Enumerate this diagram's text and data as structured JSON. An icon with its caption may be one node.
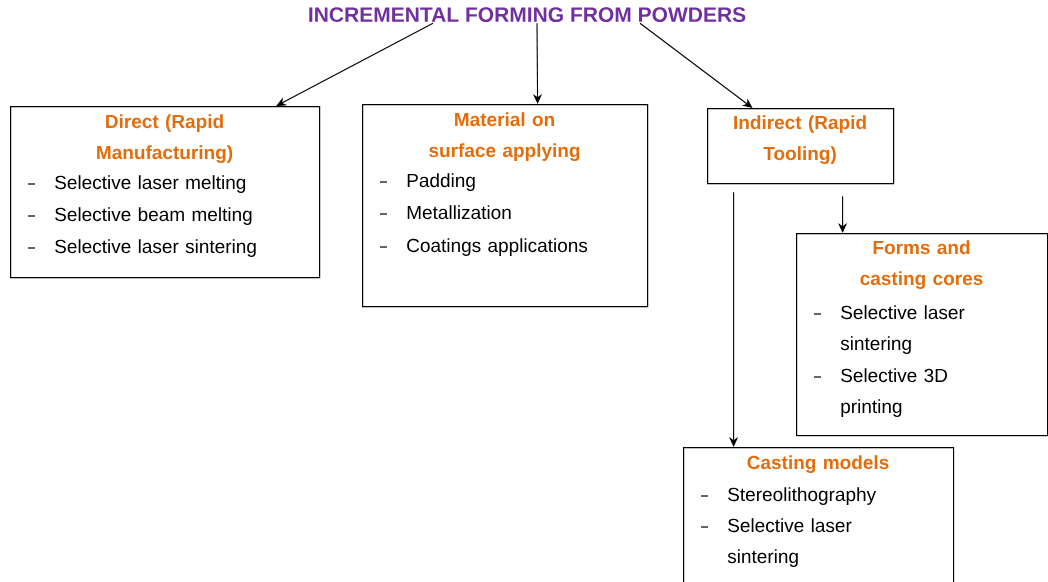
{
  "diagram": {
    "nodes": [
      {
        "text": [
          "INCREMENTAL FORMING FROM POWDERS"
        ]
      },
      {
        "text": [
          "Direct (Rapid Manufacturing)",
          "Selective laser melting",
          "Selective beam melting",
          "Selective laser sintering"
        ]
      },
      {
        "text": [
          "Material on surface applying",
          "Padding",
          "Metallization",
          "Coatings applications"
        ]
      },
      {
        "text": [
          "Indirect (Rapid Tooling)"
        ]
      },
      {
        "text": [
          "Forms and casting cores",
          "Selective laser sintering",
          "Selective 3D printing"
        ]
      },
      {
        "text": [
          "Casting models",
          "Stereolithography",
          "Selective laser sintering"
        ]
      }
    ],
    "edges": [
      {
        "from": 0,
        "to": 1,
        "arrow": "to"
      },
      {
        "from": 0,
        "to": 2,
        "arrow": "to"
      },
      {
        "from": 0,
        "to": 3,
        "arrow": "to"
      },
      {
        "from": 3,
        "to": 4,
        "arrow": "to"
      },
      {
        "from": 3,
        "to": 5,
        "arrow": "to"
      }
    ]
  }
}
